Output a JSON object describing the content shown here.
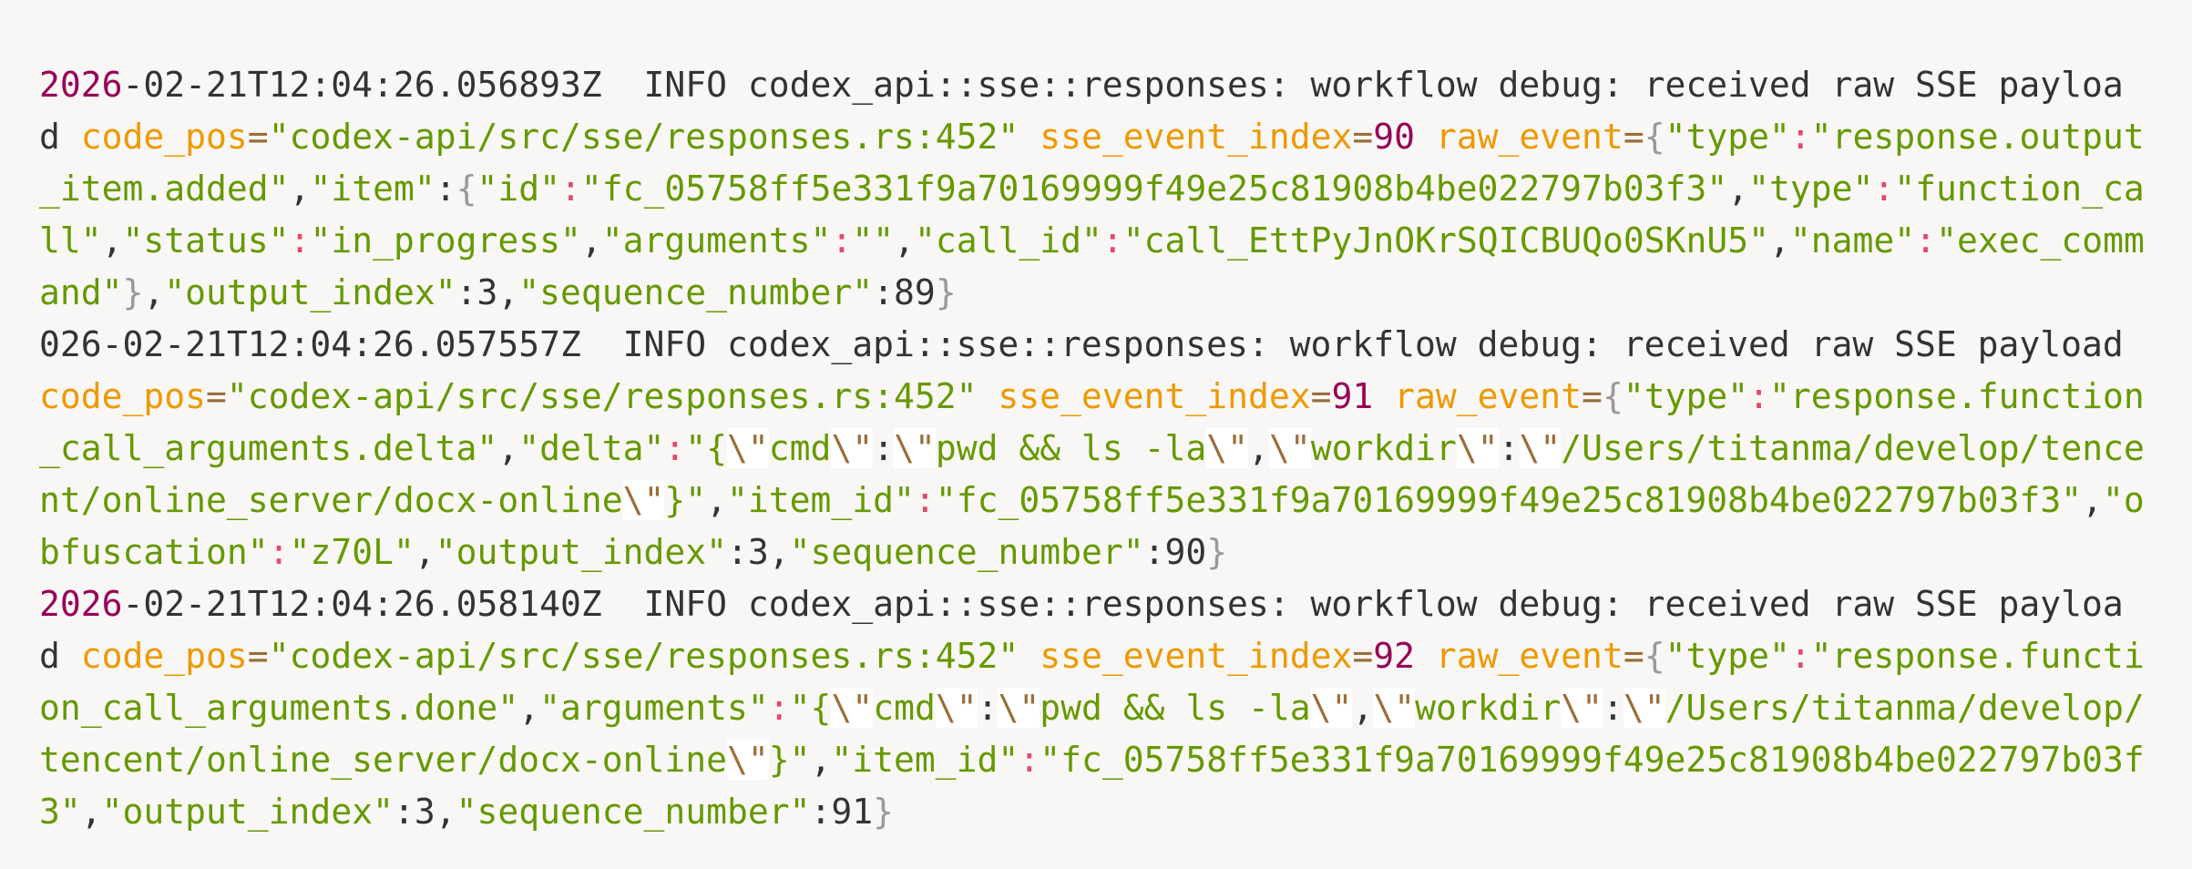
{
  "colors": {
    "background": "#f8f7f6",
    "text": "#333333",
    "number": "#990055",
    "attribute": "#ee9900",
    "operator": "#9a6e3a",
    "string": "#669900",
    "punctuation": "#999999",
    "colon": "#e3486a"
  },
  "lines": [
    [
      [
        "n",
        "2026"
      ],
      [
        "t",
        "-02-21T12:04:26.056893Z  INFO codex_api::sse::responses: workflow debug: received raw SSE payloa"
      ]
    ],
    [
      [
        "t",
        "d "
      ],
      [
        "a",
        "code_pos"
      ],
      [
        "o",
        "="
      ],
      [
        "s",
        "\"codex-api/src/sse/responses.rs:452\""
      ],
      [
        "t",
        " "
      ],
      [
        "a",
        "sse_event_index"
      ],
      [
        "o",
        "="
      ],
      [
        "n",
        "90"
      ],
      [
        "t",
        " "
      ],
      [
        "a",
        "raw_event"
      ],
      [
        "o",
        "="
      ],
      [
        "p",
        "{"
      ],
      [
        "s",
        "\"type\""
      ],
      [
        "c",
        ":"
      ],
      [
        "s",
        "\"response.output"
      ]
    ],
    [
      [
        "s",
        "_item.added\""
      ],
      [
        "t",
        ","
      ],
      [
        "s",
        "\"item\""
      ],
      [
        "t",
        ":"
      ],
      [
        "p",
        "{"
      ],
      [
        "s",
        "\"id\""
      ],
      [
        "c",
        ":"
      ],
      [
        "s",
        "\"fc_05758ff5e331f9a70169999f49e25c81908b4be022797b03f3\""
      ],
      [
        "t",
        ","
      ],
      [
        "s",
        "\"type\""
      ],
      [
        "c",
        ":"
      ],
      [
        "s",
        "\"function_ca"
      ]
    ],
    [
      [
        "s",
        "ll\""
      ],
      [
        "t",
        ","
      ],
      [
        "s",
        "\"status\""
      ],
      [
        "c",
        ":"
      ],
      [
        "s",
        "\"in_progress\""
      ],
      [
        "t",
        ","
      ],
      [
        "s",
        "\"arguments\""
      ],
      [
        "c",
        ":"
      ],
      [
        "s",
        "\"\""
      ],
      [
        "t",
        ","
      ],
      [
        "s",
        "\"call_id\""
      ],
      [
        "c",
        ":"
      ],
      [
        "s",
        "\"call_EttPyJnOKrSQICBUQo0SKnU5\""
      ],
      [
        "t",
        ","
      ],
      [
        "s",
        "\"name\""
      ],
      [
        "c",
        ":"
      ],
      [
        "s",
        "\"exec_comm"
      ]
    ],
    [
      [
        "s",
        "and\""
      ],
      [
        "p",
        "}"
      ],
      [
        "t",
        ","
      ],
      [
        "s",
        "\"output_index\""
      ],
      [
        "t",
        ":3,"
      ],
      [
        "s",
        "\"sequence_number\""
      ],
      [
        "t",
        ":89"
      ],
      [
        "p",
        "}"
      ]
    ],
    [
      [
        "t",
        "026-02-21T12:04:26.057557Z  INFO codex_api::sse::responses: workflow debug: received raw SSE payload"
      ]
    ],
    [
      [
        "a",
        "code_pos"
      ],
      [
        "o",
        "="
      ],
      [
        "s",
        "\"codex-api/src/sse/responses.rs:452\""
      ],
      [
        "t",
        " "
      ],
      [
        "a",
        "sse_event_index"
      ],
      [
        "o",
        "="
      ],
      [
        "n",
        "91"
      ],
      [
        "t",
        " "
      ],
      [
        "a",
        "raw_event"
      ],
      [
        "o",
        "="
      ],
      [
        "p",
        "{"
      ],
      [
        "s",
        "\"type\""
      ],
      [
        "c",
        ":"
      ],
      [
        "s",
        "\"response.function"
      ]
    ],
    [
      [
        "s",
        "_call_arguments.delta\""
      ],
      [
        "t",
        ","
      ],
      [
        "s",
        "\"delta\""
      ],
      [
        "c",
        ":"
      ],
      [
        "s",
        "\"{"
      ],
      [
        "e",
        "\\\""
      ],
      [
        "s",
        "cmd"
      ],
      [
        "e",
        "\\\""
      ],
      [
        "t",
        ":"
      ],
      [
        "e",
        "\\\""
      ],
      [
        "s",
        "pwd && ls -la"
      ],
      [
        "e",
        "\\\""
      ],
      [
        "t",
        ","
      ],
      [
        "e",
        "\\\""
      ],
      [
        "s",
        "workdir"
      ],
      [
        "e",
        "\\\""
      ],
      [
        "t",
        ":"
      ],
      [
        "e",
        "\\\""
      ],
      [
        "s",
        "/Users/titanma/develop/tence"
      ]
    ],
    [
      [
        "s",
        "nt/online_server/docx-online"
      ],
      [
        "e",
        "\\\""
      ],
      [
        "s",
        "}\""
      ],
      [
        "t",
        ","
      ],
      [
        "s",
        "\"item_id\""
      ],
      [
        "c",
        ":"
      ],
      [
        "s",
        "\"fc_05758ff5e331f9a70169999f49e25c81908b4be022797b03f3\""
      ],
      [
        "t",
        ","
      ],
      [
        "s",
        "\"o"
      ]
    ],
    [
      [
        "s",
        "bfuscation\""
      ],
      [
        "c",
        ":"
      ],
      [
        "s",
        "\"z70L\""
      ],
      [
        "t",
        ","
      ],
      [
        "s",
        "\"output_index\""
      ],
      [
        "t",
        ":3,"
      ],
      [
        "s",
        "\"sequence_number\""
      ],
      [
        "t",
        ":90"
      ],
      [
        "p",
        "}"
      ]
    ],
    [
      [
        "n",
        "2026"
      ],
      [
        "t",
        "-02-21T12:04:26.058140Z  INFO codex_api::sse::responses: workflow debug: received raw SSE payloa"
      ]
    ],
    [
      [
        "t",
        "d "
      ],
      [
        "a",
        "code_pos"
      ],
      [
        "o",
        "="
      ],
      [
        "s",
        "\"codex-api/src/sse/responses.rs:452\""
      ],
      [
        "t",
        " "
      ],
      [
        "a",
        "sse_event_index"
      ],
      [
        "o",
        "="
      ],
      [
        "n",
        "92"
      ],
      [
        "t",
        " "
      ],
      [
        "a",
        "raw_event"
      ],
      [
        "o",
        "="
      ],
      [
        "p",
        "{"
      ],
      [
        "s",
        "\"type\""
      ],
      [
        "c",
        ":"
      ],
      [
        "s",
        "\"response.functi"
      ]
    ],
    [
      [
        "s",
        "on_call_arguments.done\""
      ],
      [
        "t",
        ","
      ],
      [
        "s",
        "\"arguments\""
      ],
      [
        "c",
        ":"
      ],
      [
        "s",
        "\"{"
      ],
      [
        "e",
        "\\\""
      ],
      [
        "s",
        "cmd"
      ],
      [
        "e",
        "\\\""
      ],
      [
        "t",
        ":"
      ],
      [
        "e",
        "\\\""
      ],
      [
        "s",
        "pwd && ls -la"
      ],
      [
        "e",
        "\\\""
      ],
      [
        "t",
        ","
      ],
      [
        "e",
        "\\\""
      ],
      [
        "s",
        "workdir"
      ],
      [
        "e",
        "\\\""
      ],
      [
        "t",
        ":"
      ],
      [
        "e",
        "\\\""
      ],
      [
        "s",
        "/Users/titanma/develop/"
      ]
    ],
    [
      [
        "s",
        "tencent/online_server/docx-online"
      ],
      [
        "e",
        "\\\""
      ],
      [
        "s",
        "}\""
      ],
      [
        "t",
        ","
      ],
      [
        "s",
        "\"item_id\""
      ],
      [
        "c",
        ":"
      ],
      [
        "s",
        "\"fc_05758ff5e331f9a70169999f49e25c81908b4be022797b03f"
      ]
    ],
    [
      [
        "s",
        "3\""
      ],
      [
        "t",
        ","
      ],
      [
        "s",
        "\"output_index\""
      ],
      [
        "t",
        ":3,"
      ],
      [
        "s",
        "\"sequence_number\""
      ],
      [
        "t",
        ":91"
      ],
      [
        "p",
        "}"
      ]
    ]
  ]
}
